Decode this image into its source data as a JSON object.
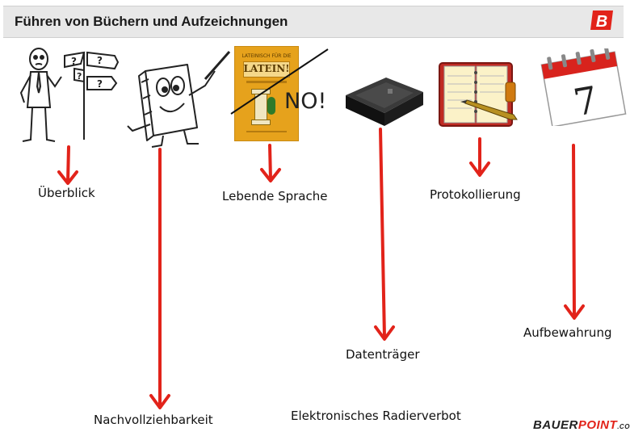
{
  "header": {
    "title": "Führen von Büchern und Aufzeichnungen",
    "logo_letter": "B"
  },
  "labels": {
    "ueberblick": "Überblick",
    "lebende_sprache": "Lebende Sprache",
    "protokollierung": "Protokollierung",
    "aufbewahrung": "Aufbewahrung",
    "datentraeger": "Datenträger",
    "nachvollziehbarkeit": "Nachvollziehbarkeit",
    "radierverbot": "Elektronisches Radierverbot"
  },
  "latin_book": {
    "top_text": "LATEINISCH FÜR DIE",
    "title": "LATEIN!",
    "no_text": "NO!"
  },
  "calendar": {
    "day": "7"
  },
  "footer_logo": {
    "part1": "BAUER",
    "part2": "POINT",
    "part3": ".COM"
  },
  "colors": {
    "arrow": "#e2231a",
    "accent": "#e2231a",
    "title_bg": "#e8e8e8"
  },
  "icons": [
    "confused-man-signpost-icon",
    "book-character-icon",
    "latin-book-crossed-icon",
    "hard-drive-icon",
    "notebook-pen-icon",
    "calendar-icon"
  ]
}
